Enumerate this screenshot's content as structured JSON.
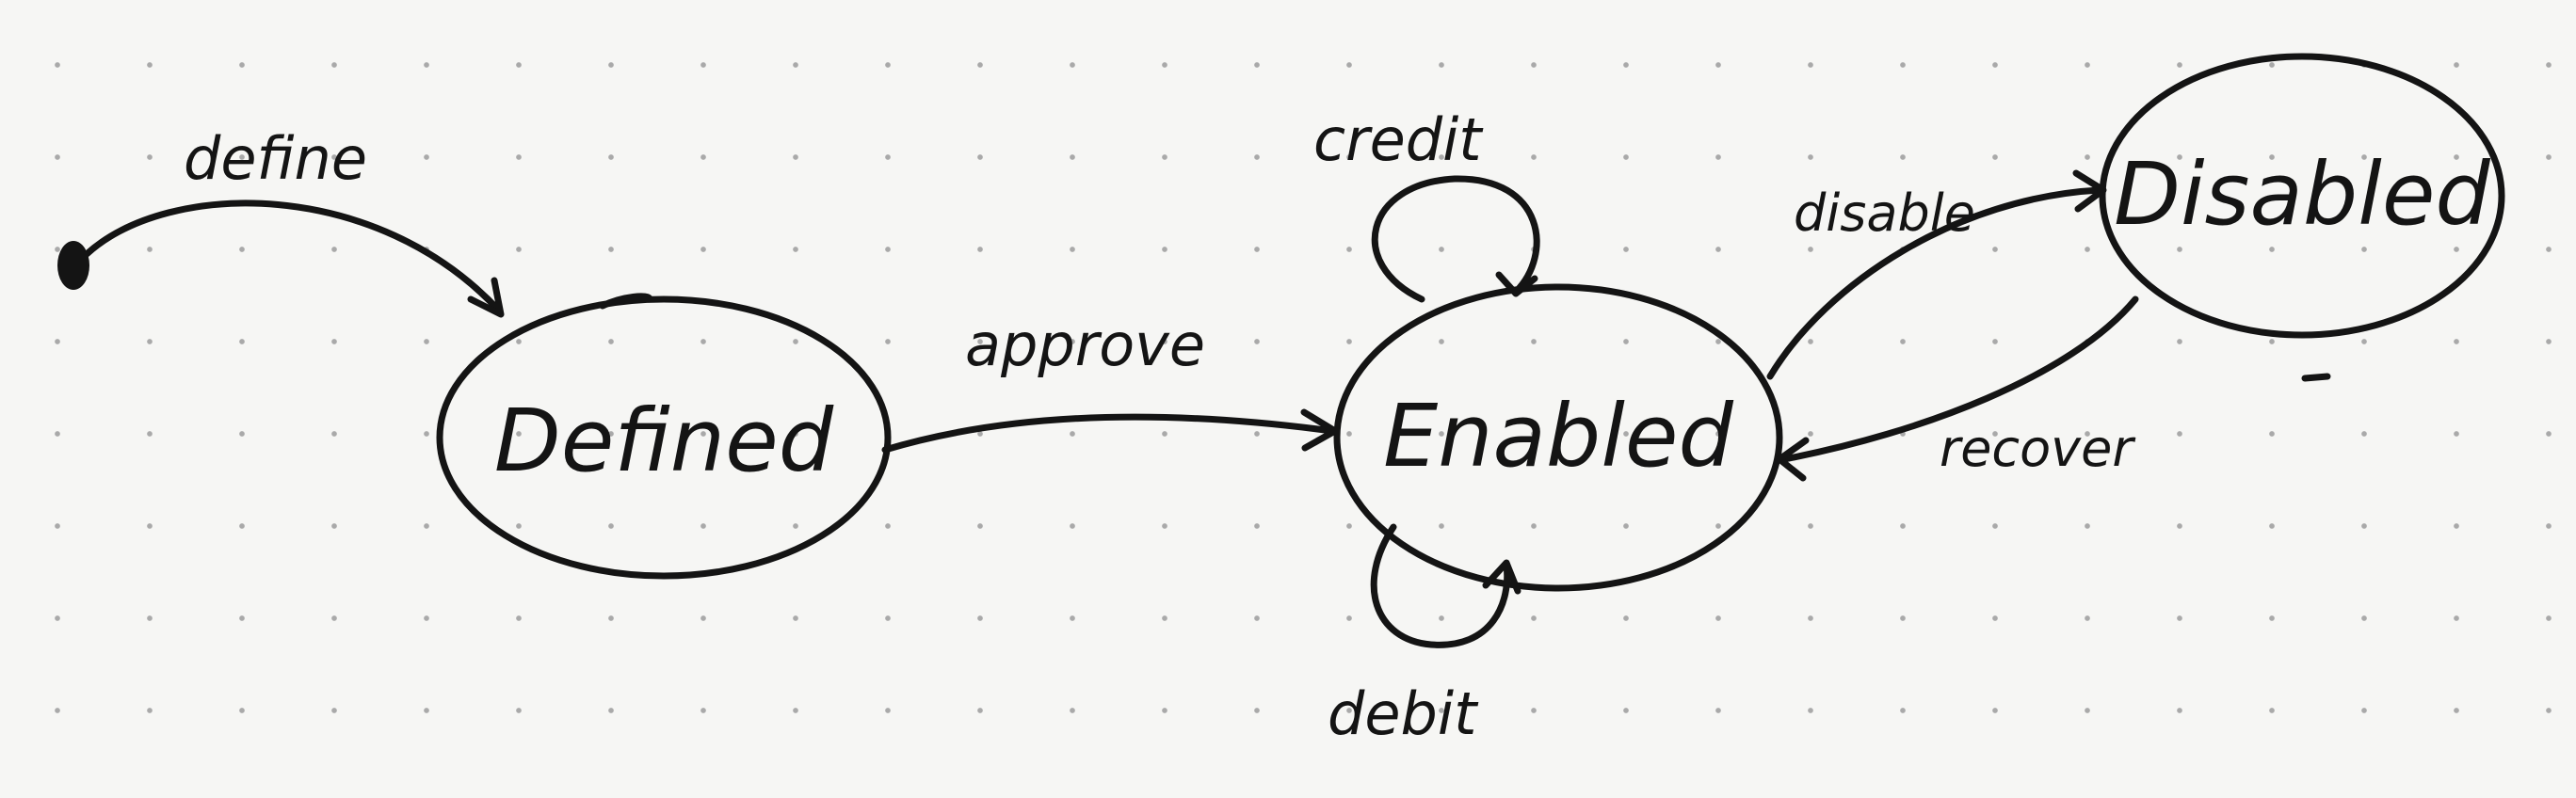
{
  "diagram": {
    "states": {
      "defined": "Defined",
      "enabled": "Enabled",
      "disabled": "Disabled"
    },
    "transitions": {
      "define": "define",
      "approve": "approve",
      "credit": "credit",
      "debit": "debit",
      "disable": "disable",
      "recover": "recover"
    }
  }
}
